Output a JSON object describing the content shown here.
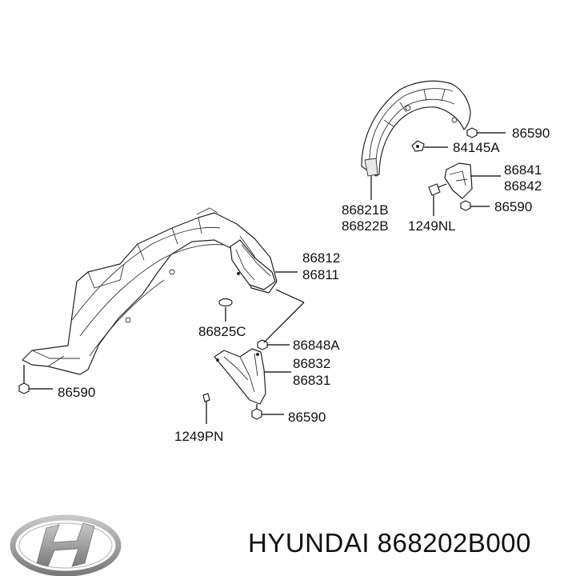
{
  "labels": {
    "l_86590_top": "86590",
    "l_84145A": "84145A",
    "l_86841": "86841",
    "l_86842": "86842",
    "l_86590_mid": "86590",
    "l_86821B": "86821B",
    "l_86822B": "86822B",
    "l_1249NL": "1249NL",
    "l_86812": "86812",
    "l_86811": "86811",
    "l_86825C": "86825C",
    "l_86848A": "86848A",
    "l_86832": "86832",
    "l_86831": "86831",
    "l_86590_left": "86590",
    "l_86590_bottom": "86590",
    "l_1249PN": "1249PN"
  },
  "caption": {
    "brand": "HYUNDAI",
    "part_number": "868202B000",
    "text": "HYUNDAI 868202B000"
  },
  "logo": {
    "icon": "hyundai-logo-icon",
    "color": "#9a9a9a"
  }
}
